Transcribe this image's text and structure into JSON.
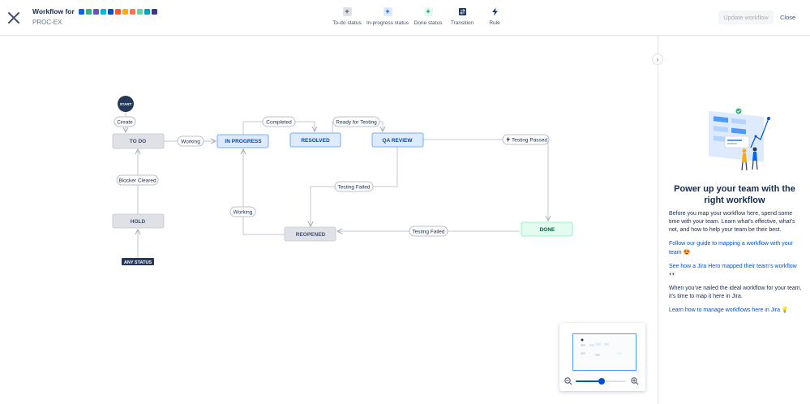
{
  "header": {
    "title": "Workflow for",
    "project_key": "PROC-EX",
    "title_icon_colors": [
      "#0065ff",
      "#36b37e",
      "#6554c0",
      "#00b8d9",
      "#0052cc",
      "#ff5630",
      "#ffab00",
      "#ff7452",
      "#57d9a3",
      "#00a3bf",
      "#403294"
    ],
    "update_label": "Update workflow",
    "close_label": "Close"
  },
  "toolbar": {
    "todo_label": "To-do status",
    "inprogress_label": "In-progress status",
    "done_label": "Done status",
    "transition_label": "Transition",
    "rule_label": "Rule"
  },
  "workflow": {
    "start_label": "START",
    "any_status_label": "ANY STATUS",
    "statuses": {
      "todo": "TO DO",
      "in_progress": "IN PROGRESS",
      "resolved": "RESOLVED",
      "qa_review": "QA REVIEW",
      "done": "DONE",
      "reopened": "REOPENED",
      "hold": "HOLD"
    },
    "transitions": {
      "create": "Create",
      "working_1": "Working",
      "completed": "Completed",
      "ready_for_testing": "Ready for Testing",
      "testing_passed": "Testing Passed",
      "testing_failed_1": "Testing Failed",
      "testing_failed_2": "Testing Failed",
      "working_2": "Working",
      "blocker_cleared": "Blocker Cleared"
    },
    "colors": {
      "todo_fill": "#dfe1e6",
      "todo_text": "#42526e",
      "inprogress_fill": "#deebff",
      "inprogress_stroke": "#4c9aff",
      "inprogress_text": "#0747a6",
      "done_fill": "#e3fcef",
      "done_stroke": "#79f2c0",
      "done_text": "#006644",
      "start_fill": "#253858"
    }
  },
  "minimap": {
    "zoom_fraction": 0.52
  },
  "side_panel": {
    "heading": "Power up your team with the right workflow",
    "intro": "Before you map your workflow here, spend some time with your team. Learn what's effective, what's not, and how to help your team be their best.",
    "link_guide": "Follow our guide to mapping a workflow with your team 😍",
    "link_hero": "See how a Jira Hero mapped their team's workflow 👀",
    "nailed_text": "When you've nailed the ideal workflow for your team, it's time to map it here in Jira.",
    "link_manage": "Learn how to manage workflows here in Jira 💡"
  }
}
